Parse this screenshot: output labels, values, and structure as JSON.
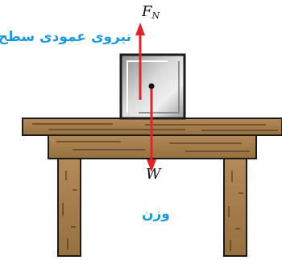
{
  "labels": {
    "normal_force_symbol": "F",
    "normal_force_subscript": "N",
    "normal_force_caption": "نیروی عمودی سطح",
    "weight_symbol": "W",
    "weight_caption": "وزن"
  },
  "colors": {
    "arrow": "#e0242b",
    "caption": "#1f9ad6",
    "wood": "#a9804f",
    "wood_dark": "#7a5530",
    "outline": "#1b1b1b",
    "block_fill": "#b9b9b9"
  }
}
